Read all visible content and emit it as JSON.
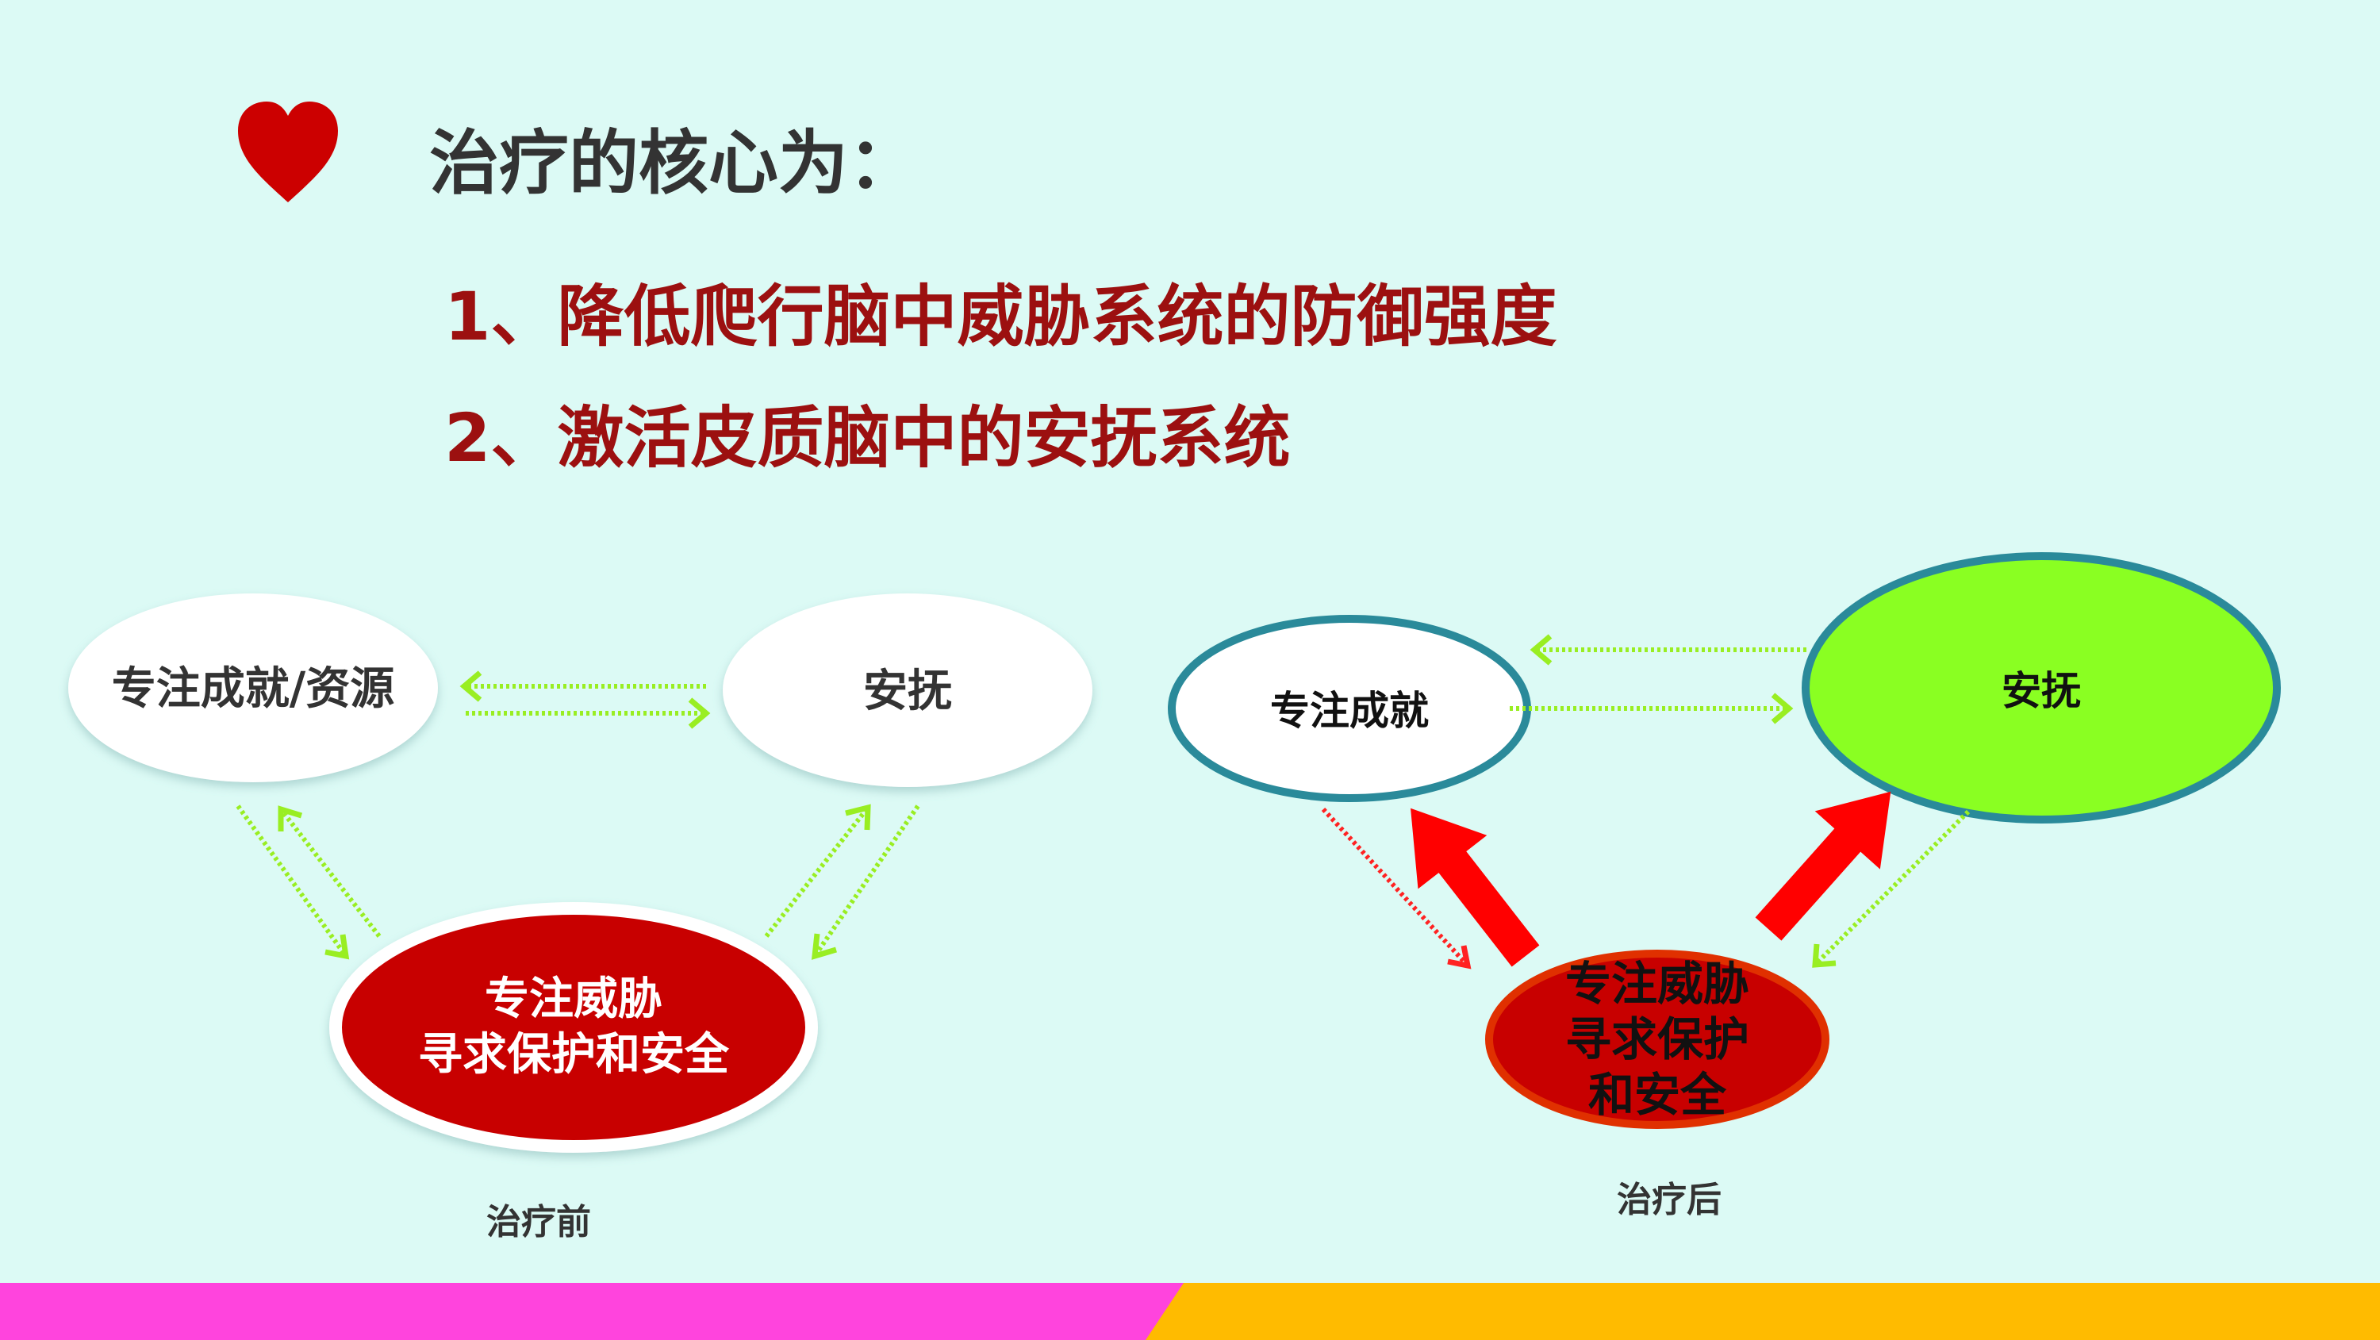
{
  "title": "治疗的核心为：",
  "points": [
    "1、降低爬行脑中威胁系统的防御强度",
    "2、激活皮质脑中的安抚系统"
  ],
  "before": {
    "drive_node": "专注成就/资源",
    "soothe_node": "安抚",
    "threat_node_lines": [
      "专注威胁",
      "寻求保护和安全"
    ],
    "caption": "治疗前"
  },
  "after": {
    "drive_node": "专注成就",
    "soothe_node": "安抚",
    "threat_node_lines": [
      "专注威胁",
      "寻求保护",
      "和安全"
    ],
    "caption": "治疗后"
  },
  "colors": {
    "background": "#dcfaf5",
    "heart": "#cc0000",
    "title": "#333333",
    "points": "#9c1010",
    "threat": "#c80000",
    "soothe_active": "#8aff22",
    "teal_border": "#2a8a9a",
    "dotted_green": "#99ee22",
    "bar_pink": "#ff44dd",
    "bar_orange": "#ffbb00"
  },
  "icons": {
    "heart": "heart-icon"
  }
}
